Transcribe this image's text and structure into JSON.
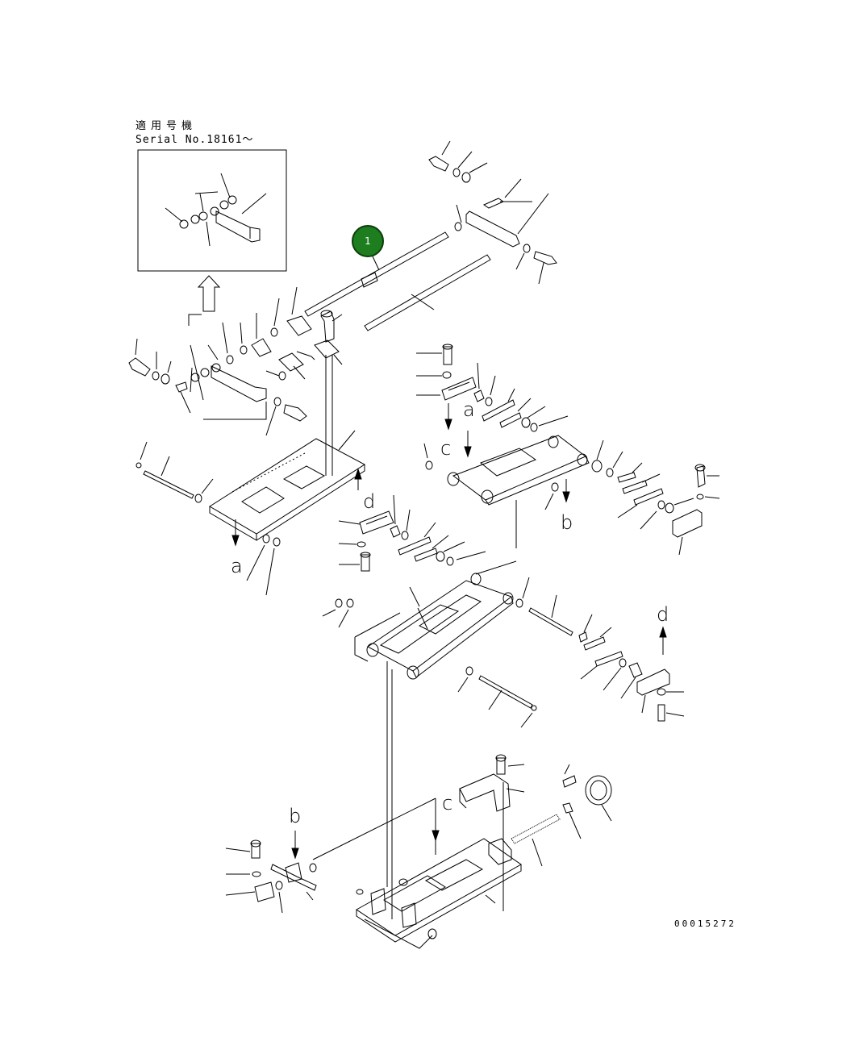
{
  "header": {
    "applicable_serial_title": "適用号機",
    "serial_number": "Serial No.18161～"
  },
  "callout": {
    "label": "1",
    "color": "#1e7d1e"
  },
  "reference_letters": {
    "a_upper": "a",
    "a_lower": "a",
    "b_right": "b",
    "b_bottom": "b",
    "c_upper": "c",
    "c_bottom": "c",
    "d_middle": "d",
    "d_right": "d"
  },
  "drawing_number": "00015272",
  "colors": {
    "line": "#000000",
    "background": "#ffffff",
    "callout": "#1e7d1e"
  }
}
